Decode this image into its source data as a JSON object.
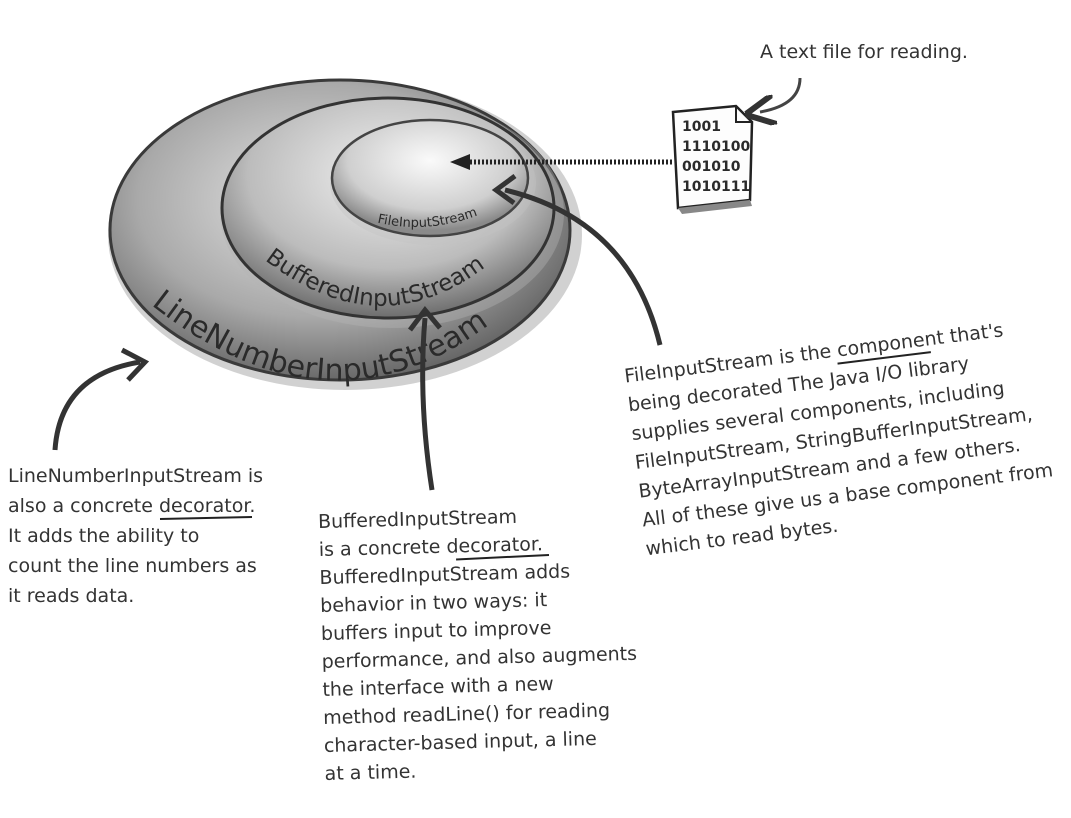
{
  "layers": {
    "outer": "LineNumberInputStream",
    "middle": "BufferedInputStream",
    "inner": "FileInputStream"
  },
  "file_caption": "A text file for reading.",
  "file_bits": [
    "1001",
    "1110100",
    "001010",
    "1010111"
  ],
  "notes": {
    "line_number": [
      "LineNumberInputStream is",
      "also a concrete decorator.",
      "It adds the ability to",
      "count the line numbers as",
      "it reads data."
    ],
    "buffered": [
      "BufferedInputStream",
      "is a concrete decorator.",
      "BufferedInputStream adds",
      "behavior in two ways: it",
      "buffers input to improve",
      "performance, and also augments",
      "the interface with a new",
      "method readLine() for reading",
      "character-based input, a line",
      "at a time."
    ],
    "file_input": [
      "FileInputStream is the component that's",
      "being decorated The Java I/O library",
      "supplies several components, including",
      "FileInputStream, StringBufferInputStream,",
      "ByteArrayInputStream and a few others.",
      "All of these give us a base component from",
      "which to read bytes."
    ]
  }
}
